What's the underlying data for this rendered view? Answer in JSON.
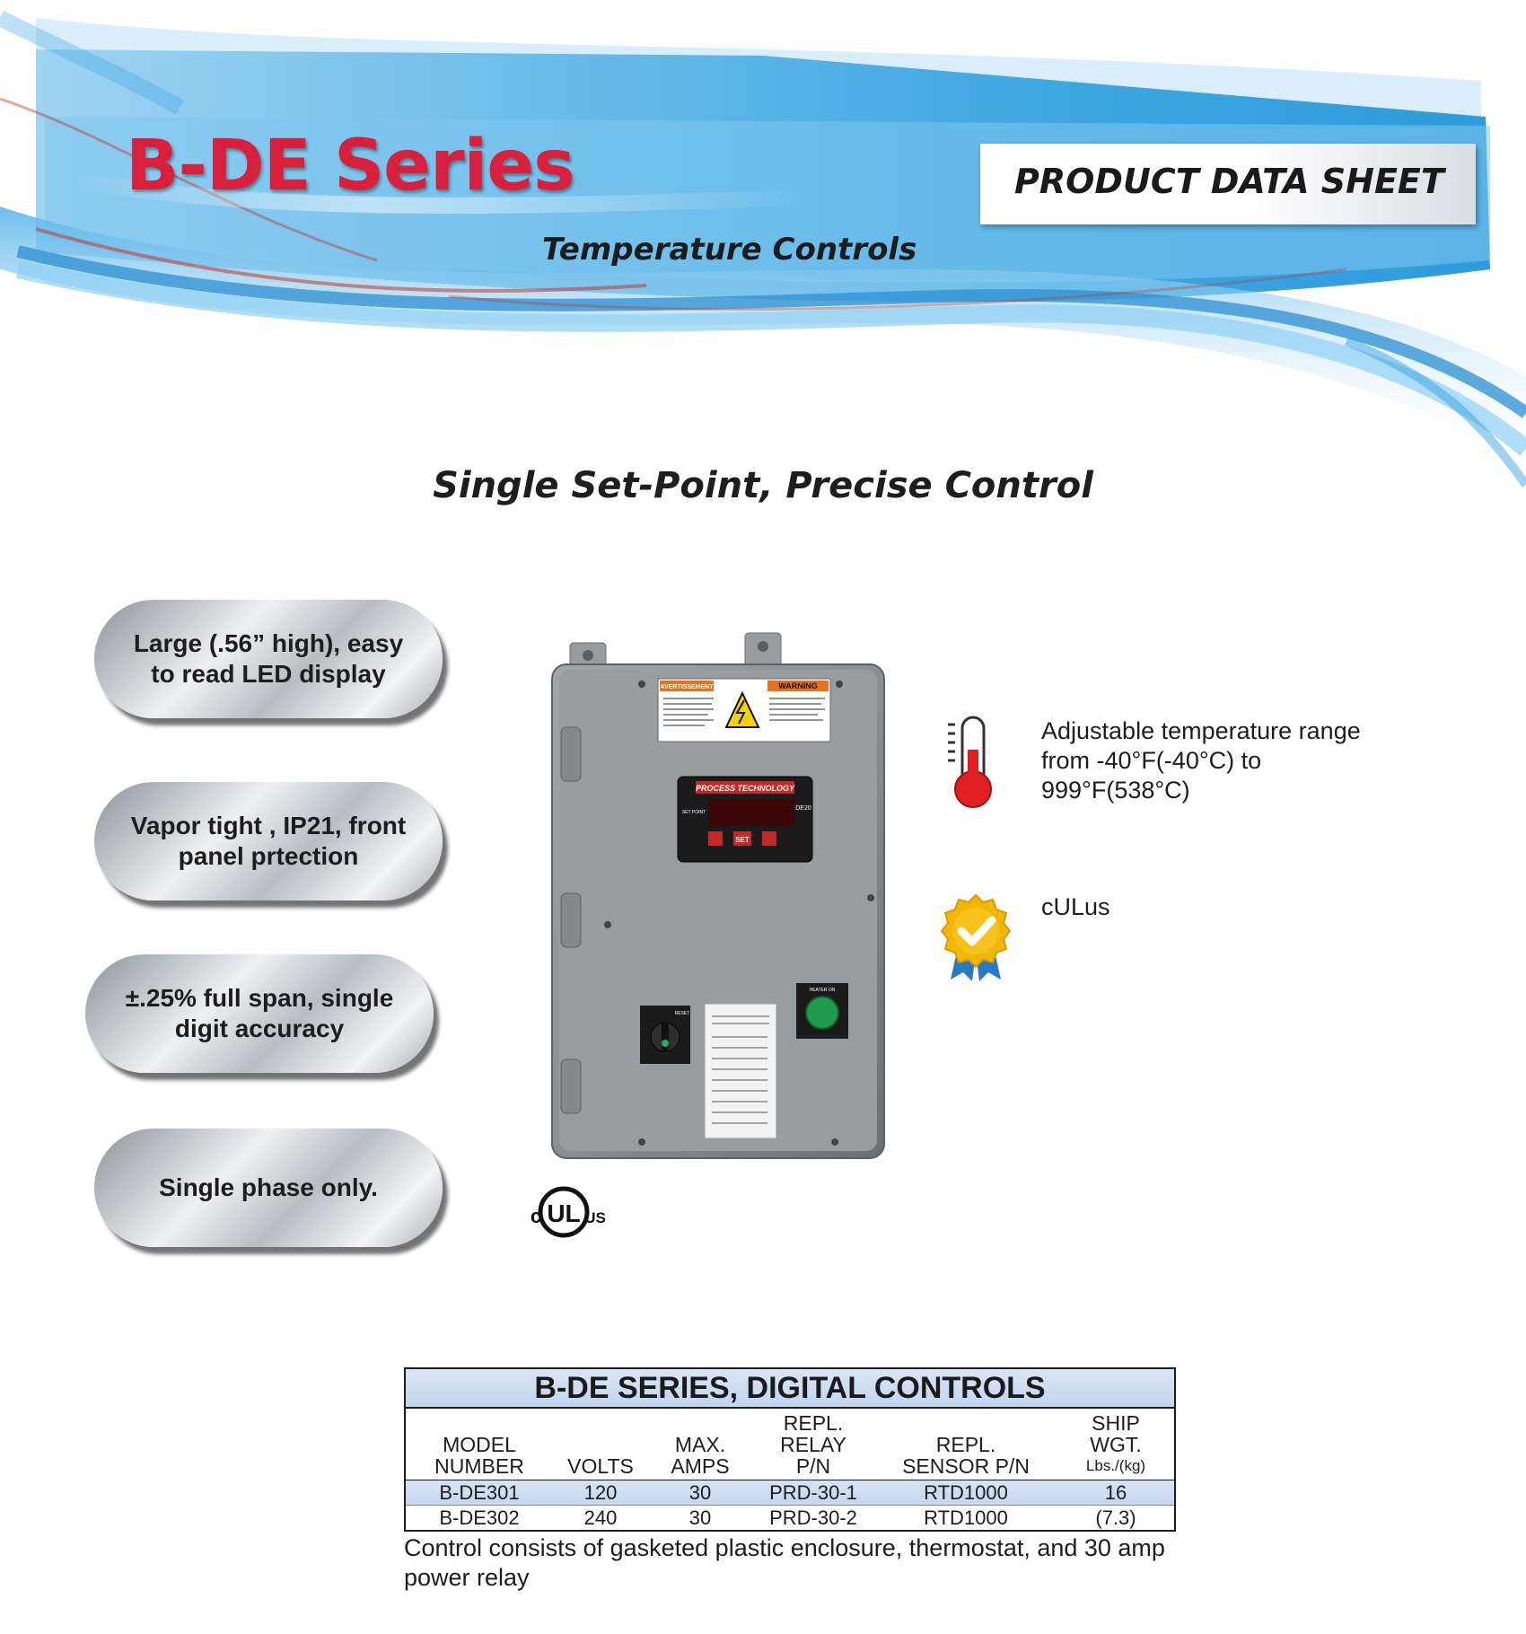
{
  "header": {
    "series_title": "B-DE Series",
    "sheet_label": "PRODUCT DATA SHEET",
    "subtitle": "Temperature Controls"
  },
  "tagline": "Single Set-Point, Precise Control",
  "features_left": [
    "Large (.56” high), easy to read LED display",
    "Vapor tight , IP21, front panel prtection",
    "±.25% full span, single digit accuracy",
    "Single phase only."
  ],
  "features_right": [
    {
      "icon": "thermometer-icon",
      "text": "Adjustable temperature range from -40°F(-40°C) to 999°F(538°C)"
    },
    {
      "icon": "certified-badge-icon",
      "text": "cULus"
    }
  ],
  "product_image": {
    "icon": "control-enclosure-image",
    "labels": {
      "avert": "AVERTISSEMENT",
      "warning": "WARNING",
      "brand": "PROCESS TECHNOLOGY",
      "model": "DE20",
      "set": "SET",
      "set_point": "SET POINT",
      "heater_on": "HEATER ON",
      "reset": "RESET"
    }
  },
  "ul_mark": {
    "icon": "ul-listed-icon",
    "c": "c",
    "ul": "UL",
    "us": "US"
  },
  "spec_table": {
    "title": "B-DE SERIES, DIGITAL CONTROLS",
    "headers": [
      [
        "MODEL",
        "NUMBER"
      ],
      [
        "VOLTS"
      ],
      [
        "MAX.",
        "AMPS"
      ],
      [
        "REPL.",
        "RELAY",
        "P/N"
      ],
      [
        "REPL.",
        "SENSOR P/N"
      ],
      [
        "SHIP",
        "WGT.",
        "Lbs./(kg)"
      ]
    ],
    "rows": [
      [
        "B-DE301",
        "120",
        "30",
        "PRD-30-1",
        "RTD1000",
        "16"
      ],
      [
        "B-DE302",
        "240",
        "30",
        "PRD-30-2",
        "RTD1000",
        "(7.3)"
      ]
    ],
    "note": "Control consists of gasketed plastic enclosure, thermostat, and 30 amp power relay"
  },
  "colors": {
    "title_red": "#d81f3c",
    "banner_blue": "#3fa9e4",
    "table_header_blue": "#c8d9ef"
  }
}
